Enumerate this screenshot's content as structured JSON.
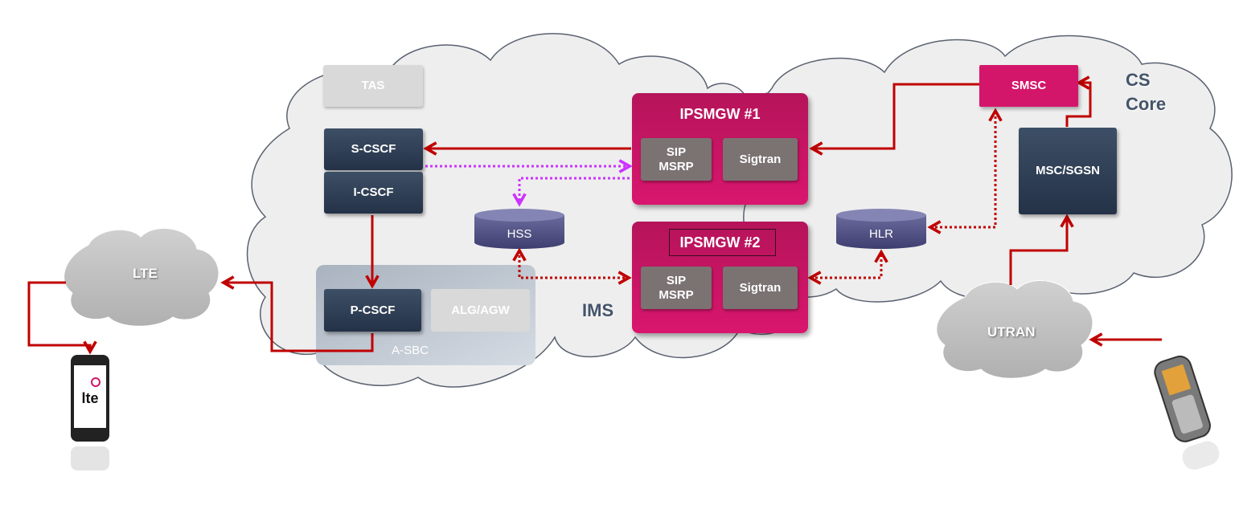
{
  "regions": {
    "ims_label": "IMS",
    "cs_label_line1": "CS",
    "cs_label_line2": "Core"
  },
  "clouds": {
    "lte": "LTE",
    "utran": "UTRAN"
  },
  "nodes": {
    "tas": "TAS",
    "s_cscf": "S-CSCF",
    "i_cscf": "I-CSCF",
    "p_cscf": "P-CSCF",
    "alg_agw": "ALG/AGW",
    "a_sbc": "A-SBC",
    "hss": "HSS",
    "hlr": "HLR",
    "smsc": "SMSC",
    "msc_sgsn": "MSC/SGSN"
  },
  "ipsmgw1": {
    "title": "IPSMGW #1",
    "sip_line1": "SIP",
    "sip_line2": "MSRP",
    "sigtran": "Sigtran"
  },
  "ipsmgw2": {
    "title": "IPSMGW #2",
    "sip_line1": "SIP",
    "sip_line2": "MSRP",
    "sigtran": "Sigtran"
  },
  "devices": {
    "smartphone_logo": "lte"
  },
  "colors": {
    "signal_red": "#c00000",
    "diameter_magenta": "#cc33ff",
    "gateway_pink": "#d4166a",
    "node_navy": "#2d3c52",
    "cloud_gray": "#eeeeee"
  },
  "icons": [
    "lte-smartphone-icon",
    "feature-phone-icon"
  ]
}
